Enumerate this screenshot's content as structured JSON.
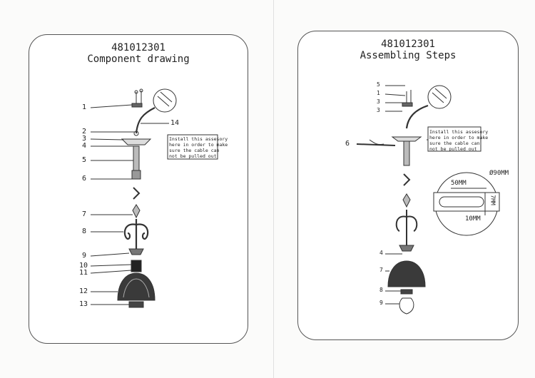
{
  "left": {
    "code": "481012301",
    "title": "Component drawing",
    "note_lines": [
      "Install this assesory",
      "here in order to make",
      "sure the cable can",
      "not be pulled out"
    ],
    "callouts": [
      "1",
      "2",
      "3",
      "4",
      "5",
      "6",
      "7",
      "8",
      "9",
      "10",
      "11",
      "12",
      "13",
      "14"
    ]
  },
  "right": {
    "code": "481012301",
    "title": "Assembling Steps",
    "note_lines": [
      "Install this assesory",
      "here in order to make",
      "sure the cable can",
      "not be pulled out"
    ],
    "callouts": [
      "5",
      "1",
      "3",
      "3",
      "6",
      "4",
      "7",
      "8",
      "9"
    ],
    "detail": {
      "diameter": "Ø90MM",
      "width": "50MM",
      "side": "7MM",
      "height": "10MM"
    }
  }
}
